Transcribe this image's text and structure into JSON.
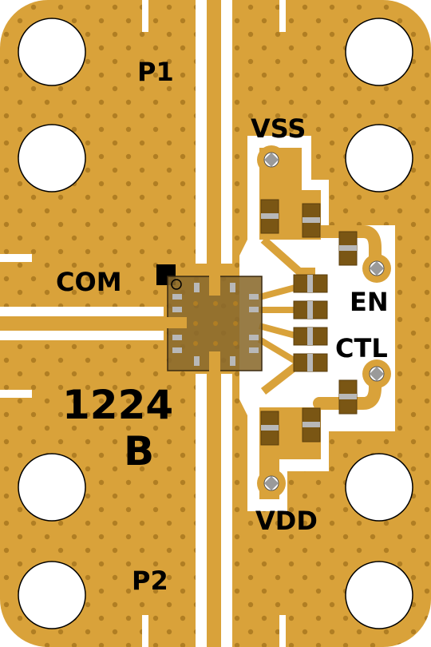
{
  "board": {
    "colors": {
      "copper": "#D9A23A",
      "via": "#B07E23",
      "edge": "#FFFFFF",
      "chip": "#8A6A2C",
      "component": "#7A5614",
      "silkscreen": "#000000"
    },
    "labels": {
      "p1": "P1",
      "p2": "P2",
      "com": "COM",
      "vss": "VSS",
      "vdd": "VDD",
      "en": "EN",
      "ctl": "CTL",
      "part_number": "1224",
      "revision": "B"
    }
  }
}
